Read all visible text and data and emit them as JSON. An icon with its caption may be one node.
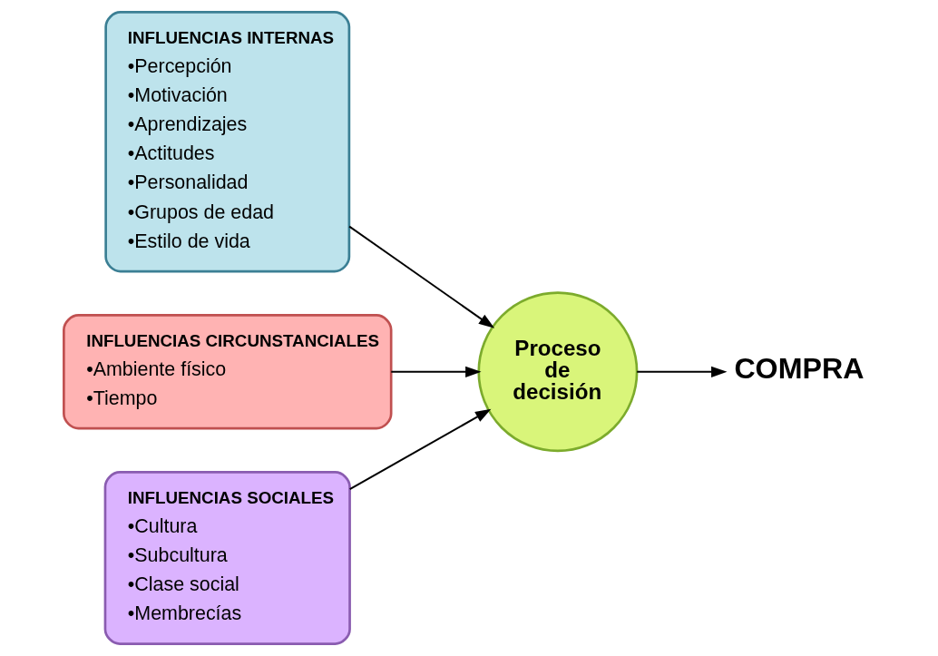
{
  "diagram": {
    "nodes": [
      {
        "text": [
          "INFLUENCIAS INTERNAS",
          "•Percepción",
          "•Motivación",
          "•Aprendizajes",
          "•Actitudes",
          "•Personalidad",
          "•Grupos de edad",
          "•Estilo de vida"
        ]
      },
      {
        "text": [
          "INFLUENCIAS CIRCUNSTANCIALES",
          "•Ambiente físico",
          "•Tiempo"
        ]
      },
      {
        "text": [
          "INFLUENCIAS SOCIALES",
          "•Cultura",
          "•Subcultura",
          "•Clase social",
          "•Membrecías"
        ]
      },
      {
        "text": [
          "Proceso de decisión"
        ]
      },
      {
        "text": [
          "COMPRA"
        ]
      }
    ],
    "edges": [
      {
        "from": 0,
        "to": 3,
        "arrow": "to"
      },
      {
        "from": 1,
        "to": 3,
        "arrow": "to"
      },
      {
        "from": 2,
        "to": 3,
        "arrow": "to"
      },
      {
        "from": 3,
        "to": 4,
        "arrow": "to"
      }
    ]
  }
}
